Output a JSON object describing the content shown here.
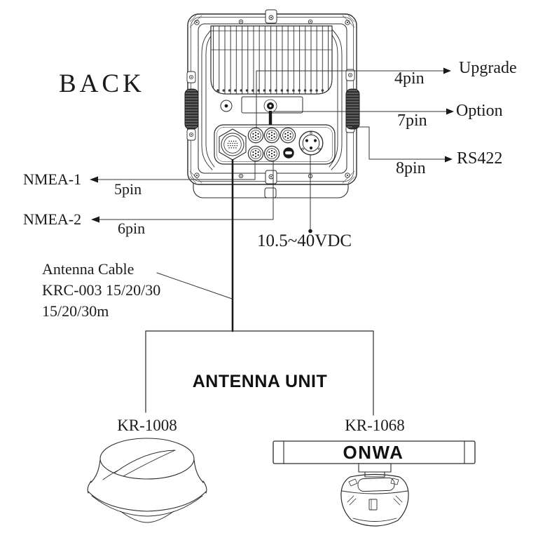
{
  "view_label": "BACK",
  "right_annotations": [
    {
      "pin": "4pin",
      "target": "Upgrade"
    },
    {
      "pin": "7pin",
      "target": "Option"
    },
    {
      "pin": "8pin",
      "target": "RS422"
    }
  ],
  "left_annotations": [
    {
      "target": "NMEA-1",
      "pin": "5pin"
    },
    {
      "target": "NMEA-2",
      "pin": "6pin"
    }
  ],
  "power_label": "10.5~40VDC",
  "antenna_cable_note": {
    "line1": "Antenna Cable",
    "line2": "KRC-003 15/20/30",
    "line3": "15/20/30m"
  },
  "antenna_unit": {
    "title": "ANTENNA UNIT",
    "left_model": "KR-1008",
    "right_model": "KR-1068",
    "brand": "ONWA"
  }
}
